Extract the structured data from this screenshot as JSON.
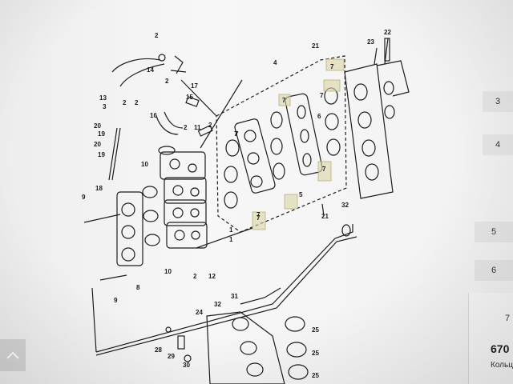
{
  "diagram": {
    "part_labels": [
      "2",
      "14",
      "13",
      "2",
      "17",
      "2",
      "15",
      "16",
      "2",
      "2",
      "3",
      "20",
      "19",
      "20",
      "19",
      "18",
      "9",
      "10",
      "11",
      "2",
      "1",
      "1",
      "12",
      "2",
      "10",
      "9",
      "8",
      "7",
      "7",
      "7",
      "4",
      "21",
      "23",
      "22",
      "7",
      "7",
      "6",
      "7",
      "5",
      "21",
      "32",
      "31",
      "32",
      "24",
      "25",
      "25",
      "25",
      "28",
      "29",
      "30",
      "7",
      "7"
    ]
  },
  "side_list": {
    "refs": [
      "3",
      "4",
      "5",
      "6"
    ]
  },
  "detail_panel": {
    "ref": "7",
    "price": "670",
    "description": "Кольц"
  },
  "back_button": {
    "icon": "chevron-up-icon"
  },
  "colors": {
    "line": "#1c1c1c",
    "highlight": "#d8d4a8"
  }
}
